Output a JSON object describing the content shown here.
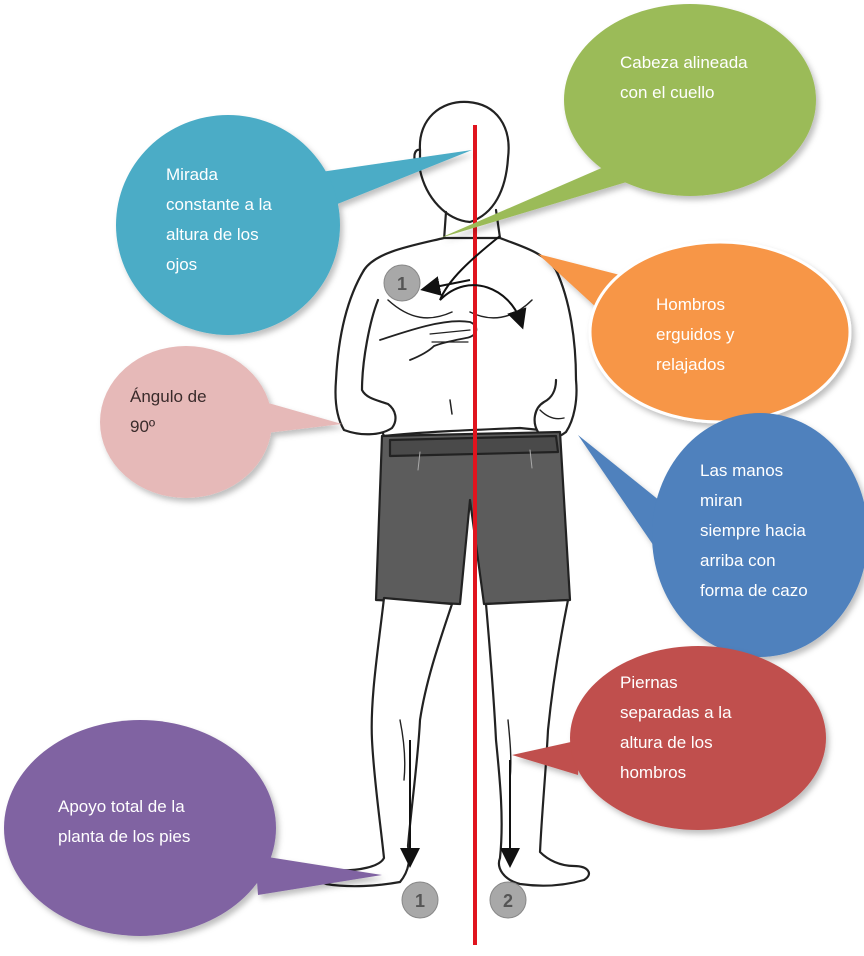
{
  "colors": {
    "axis_line": "#e0141e",
    "bubble_green": "#9bbb59",
    "bubble_teal": "#4bacc6",
    "bubble_orange": "#f79646",
    "bubble_pink": "#e6b9b8",
    "bubble_blue": "#4f81bd",
    "bubble_red": "#c0504d",
    "bubble_purple": "#8064a2"
  },
  "markers": {
    "chest": "1",
    "left_foot": "1",
    "right_foot": "2"
  },
  "callouts": {
    "head": "Cabeza alineada\ncon el cuello",
    "gaze": "Mirada\nconstante a la\naltura de los\nojos",
    "shoulders": "Hombros\nerguidos y\nrelajados",
    "angle": "Ángulo de\n90º",
    "hands": "Las manos\nmiran\nsiempre hacia\narriba con\nforma de cazo",
    "legs": "Piernas\nseparadas a la\naltura de los\nhombros",
    "feet": "Apoyo total de la\nplanta de los pies"
  }
}
